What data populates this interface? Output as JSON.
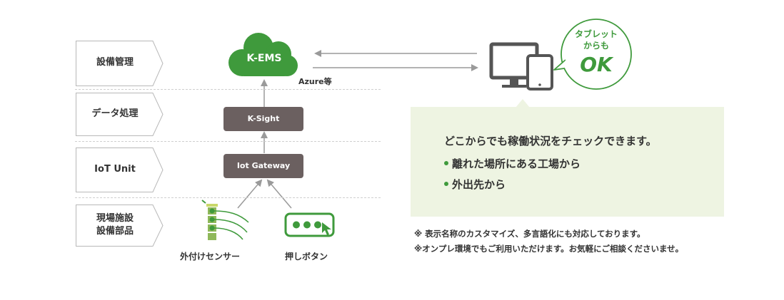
{
  "layers": [
    {
      "label_lines": [
        "設備管理"
      ]
    },
    {
      "label_lines": [
        "データ処理"
      ]
    },
    {
      "label_lines": [
        "IoT Unit"
      ]
    },
    {
      "label_lines": [
        "現場施設",
        "設備部品"
      ]
    }
  ],
  "nodes": {
    "kems": "K-EMS",
    "azure": "Azure等",
    "ksight": "K-Sight",
    "gateway": "Iot Gateway"
  },
  "devices": {
    "sensor_label": "外付けセンサー",
    "button_label": "押しボタン"
  },
  "bubble": {
    "line1": "タブレット",
    "line2": "からも",
    "line3": "OK"
  },
  "panel": {
    "heading": "どこからでも稼働状況をチェックできます。",
    "bullets": [
      "離れた場所にある工場から",
      "外出先から"
    ]
  },
  "notes": [
    "※ 表示名称のカスタマイズ、多言語化にも対応しております。",
    "※オンプレ環境でもご利用いただけます。お気軽にご相談くださいませ。"
  ],
  "colors": {
    "green": "#3f9a3c",
    "node_gray": "#6b6060",
    "panel_bg": "#eef4e2",
    "chevron_border": "#b8b8b8",
    "arrow_gray": "#9a9a9a",
    "icon_gray": "#555555"
  }
}
